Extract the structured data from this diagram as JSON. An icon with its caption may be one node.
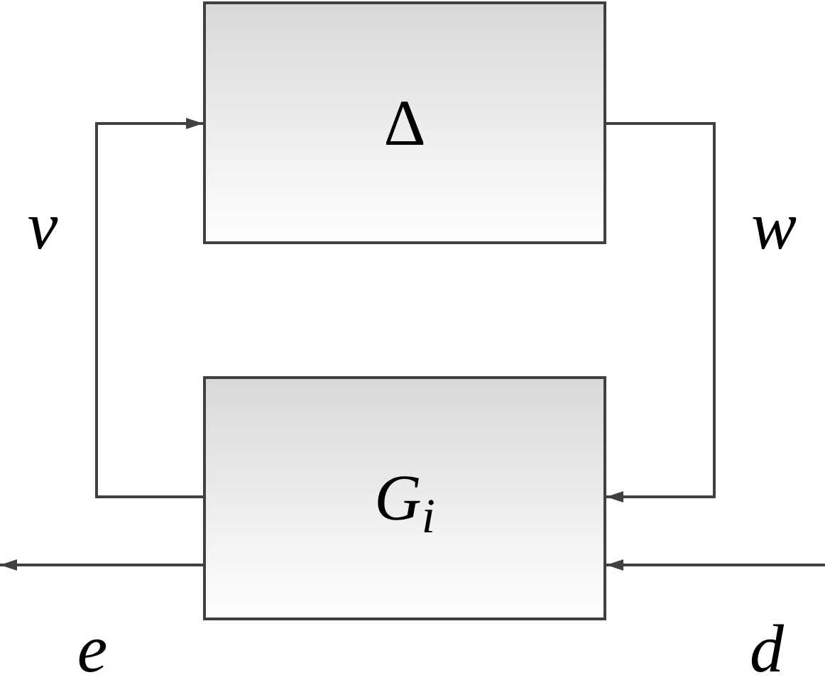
{
  "diagram": {
    "nodes": [
      {
        "text": [
          "Δ"
        ]
      },
      {
        "text": [
          "G$_{i}$"
        ]
      }
    ],
    "edges": [
      {
        "from": 1,
        "to": 0,
        "arrow": "to",
        "label": "v"
      },
      {
        "from": 0,
        "to": 1,
        "arrow": "to",
        "label": "w"
      },
      {
        "from": 1,
        "to": null,
        "arrow": "to",
        "label": "e"
      },
      {
        "from": null,
        "to": 1,
        "arrow": "to",
        "label": "d"
      }
    ]
  }
}
